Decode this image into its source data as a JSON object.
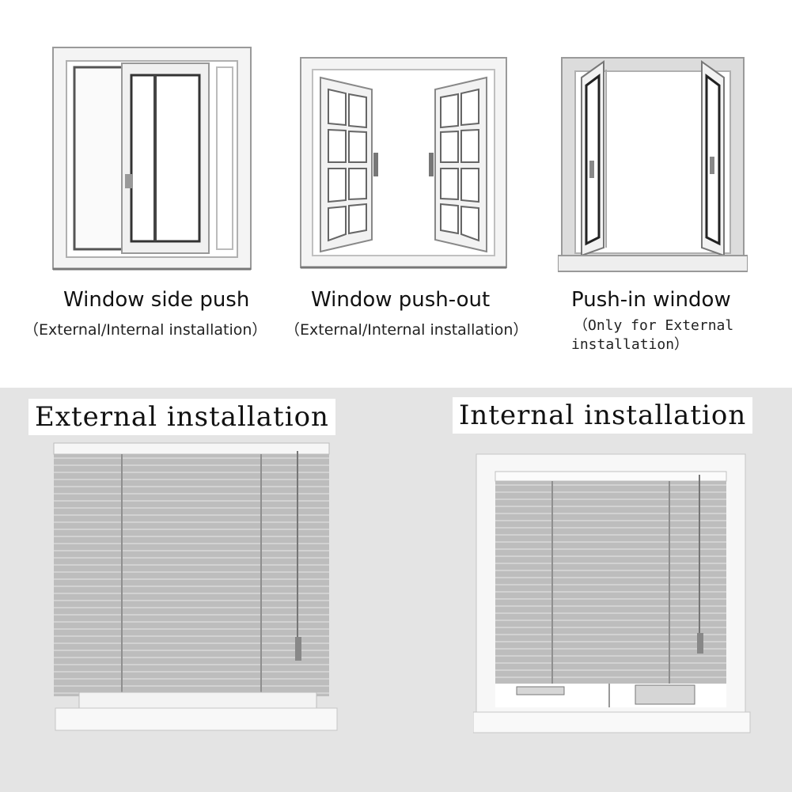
{
  "windows": [
    {
      "title": "Window side push",
      "subtitle": "（External/Internal installation）"
    },
    {
      "title": "Window push-out",
      "subtitle": "（External/Internal installation）"
    },
    {
      "title": "Push-in window",
      "subtitle_line1": "（Only for External",
      "subtitle_line2": "installation）"
    }
  ],
  "installations": {
    "external_label": "External installation",
    "internal_label": "Internal installation"
  },
  "colors": {
    "frame": "#f2f2f2",
    "frame_edge": "#9a9a9a",
    "glass": "#ffffff",
    "blind": "#b9b9b9",
    "blind_dark": "#9c9c9c",
    "wall": "#e4e4e4"
  }
}
